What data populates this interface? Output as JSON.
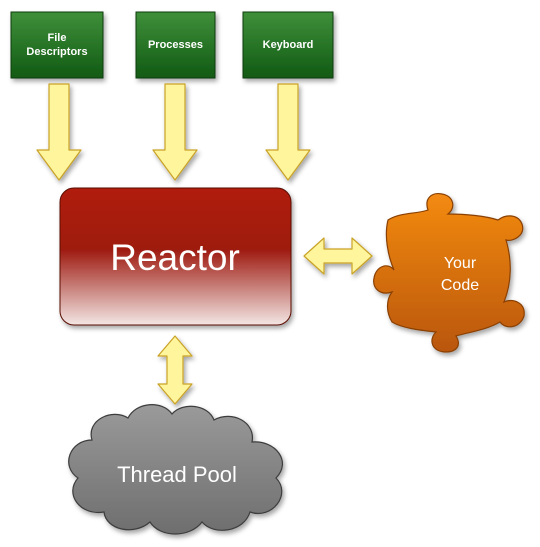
{
  "inputs": [
    {
      "id": "file-descriptors",
      "lines": [
        "File",
        "Descriptors"
      ]
    },
    {
      "id": "processes",
      "lines": [
        "Processes"
      ]
    },
    {
      "id": "keyboard",
      "lines": [
        "Keyboard"
      ]
    }
  ],
  "reactor": {
    "label": "Reactor"
  },
  "your_code": {
    "lines": [
      "Your",
      "Code"
    ]
  },
  "thread_pool": {
    "label": "Thread Pool"
  },
  "colors": {
    "input_box": "#2e7d32",
    "input_box_dark": "#0f4a12",
    "arrow_fill": "#fff59d",
    "arrow_stroke": "#c9a227",
    "reactor_top": "#b22214",
    "reactor_bottom": "#f2e2e0",
    "puzzle": "#e8790e",
    "puzzle_dark": "#b3550a",
    "cloud": "#8c8c8c",
    "cloud_dark": "#555555",
    "text": "#ffffff"
  }
}
